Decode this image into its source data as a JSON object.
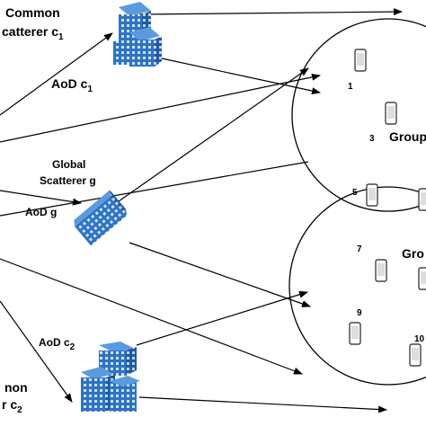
{
  "labels": {
    "common_c1_line1": "Common",
    "common_c1_line2": "catterer c",
    "common_c1_sub": "1",
    "aod_c1": "AoD c",
    "aod_c1_sub": "1",
    "global_line1": "Global",
    "global_line2": "Scatterer g",
    "aod_g": "AoD g",
    "aod_c2": "AoD c",
    "aod_c2_sub": "2",
    "common_c2_line1": "non",
    "common_c2_line2": "r c",
    "common_c2_sub": "2",
    "group1": "Group",
    "group2": "Gro"
  },
  "devices": {
    "dev1": "1",
    "dev3": "3",
    "dev5": "5",
    "dev7": "7",
    "dev9": "9",
    "dev10": "10"
  },
  "colors": {
    "building_front": "#2e73c4",
    "building_side": "#1f5aa3",
    "building_top": "#5a9be0",
    "window": "#cfe3fb",
    "line": "#000000"
  },
  "icons": {
    "scatterer": "building-icon",
    "user": "phone-icon"
  }
}
